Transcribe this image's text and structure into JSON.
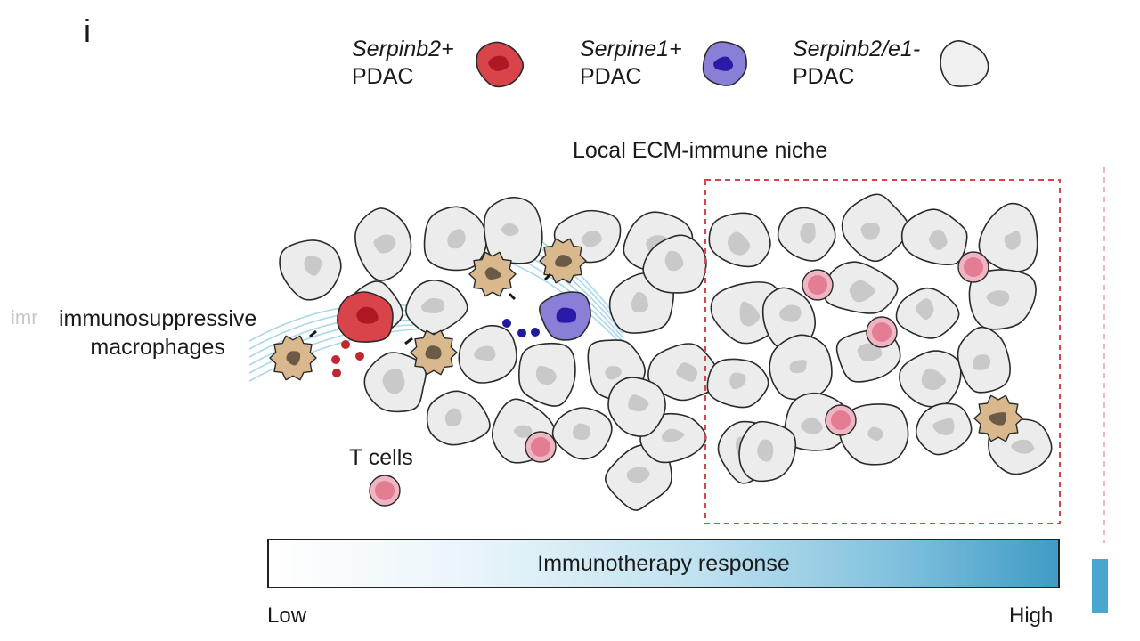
{
  "panel_letter": "i",
  "legend": [
    {
      "name_italic": "Serpinb2+",
      "suffix": "PDAC",
      "fill": "#d9434a",
      "nucleus": "#b01722"
    },
    {
      "name_italic": "Serpine1+",
      "suffix": "PDAC",
      "fill": "#8a7fd6",
      "nucleus": "#2a1aa8"
    },
    {
      "name_italic": "Serpinb2/e1-",
      "suffix": "PDAC",
      "fill": "#f0f0f0",
      "nucleus": "#f0f0f0"
    }
  ],
  "niche_label": "Local ECM-immune niche",
  "macrophage_label_line1": "immunosuppressive",
  "macrophage_label_line2": "macrophages",
  "tcell_label": "T cells",
  "gradient_bar": {
    "label": "Immunotherapy response",
    "low": "Low",
    "high": "High"
  },
  "edge_fragment": "imr",
  "colors": {
    "tumor_cell": "#ececec",
    "tumor_nucleus": "#c9c9c9",
    "macrophage": "#d8b88c",
    "tcell": "#e27d93",
    "niche_border": "#d9434a",
    "ecm_fiber": "#a9d8ea"
  }
}
